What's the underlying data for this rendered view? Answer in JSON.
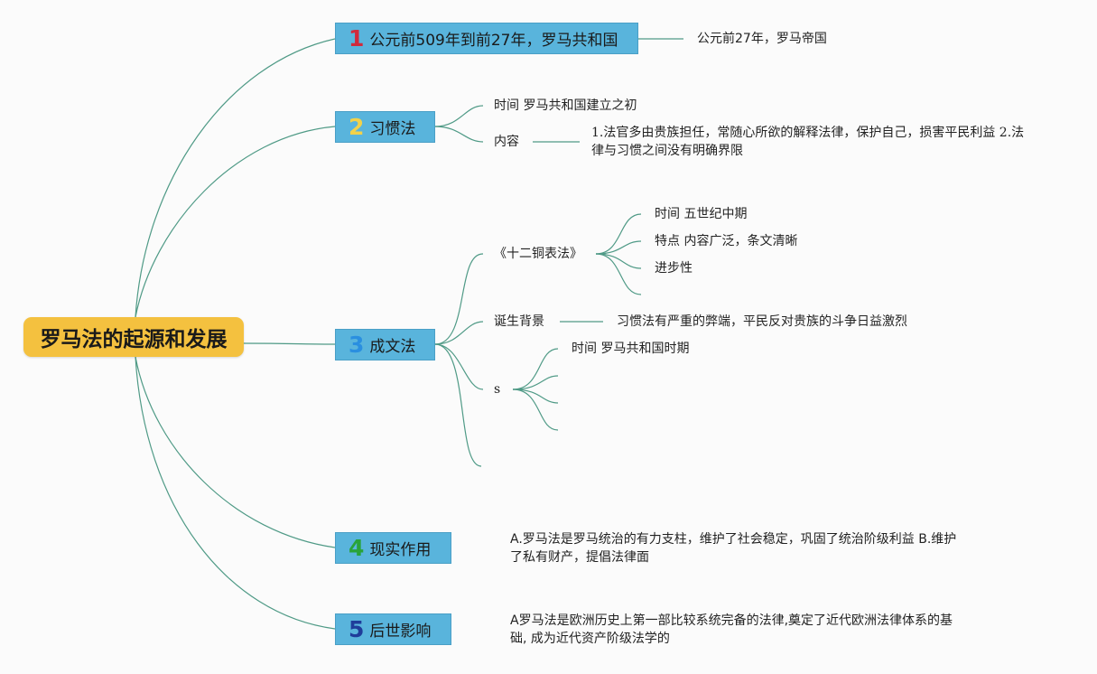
{
  "root": {
    "title": "罗马法的起源和发展"
  },
  "topics": [
    {
      "num": "1",
      "color": "#d02a3c",
      "label": "公元前509年到前27年，罗马共和国"
    },
    {
      "num": "2",
      "color": "#f2d24a",
      "label": "习惯法"
    },
    {
      "num": "3",
      "color": "#2a8fe0",
      "label": "成文法"
    },
    {
      "num": "4",
      "color": "#29a33a",
      "label": "现实作用"
    },
    {
      "num": "5",
      "color": "#1f3d9a",
      "label": "后世影响"
    }
  ],
  "t1": {
    "child": "公元前27年，罗马帝国"
  },
  "t2": {
    "time": "时间 罗马共和国建立之初",
    "content_label": "内容",
    "content_text": "1.法官多由贵族担任，常随心所欲的解释法律，保护自己，损害平民利益 2.法律与习惯之间没有明确界限"
  },
  "t3": {
    "twelve_tables": "《十二铜表法》",
    "tt_time": "时间 五世纪中期",
    "tt_feature": "特点 内容广泛，条文清晰",
    "tt_progress": "进步性",
    "background_label": "诞生背景",
    "background_text": "习惯法有严重的弊端，平民反对贵族的斗争日益激烈",
    "s_label": "s",
    "s_time": "时间 罗马共和国时期"
  },
  "t4": {
    "text": "A.罗马法是罗马统治的有力支柱，维护了社会稳定，巩固了统治阶级利益 B.维护了私有财产，提倡法律面"
  },
  "t5": {
    "text": "A罗马法是欧洲历史上第一部比较系统完备的法律,奠定了近代欧洲法律体系的基础, 成为近代资产阶级法学的"
  }
}
